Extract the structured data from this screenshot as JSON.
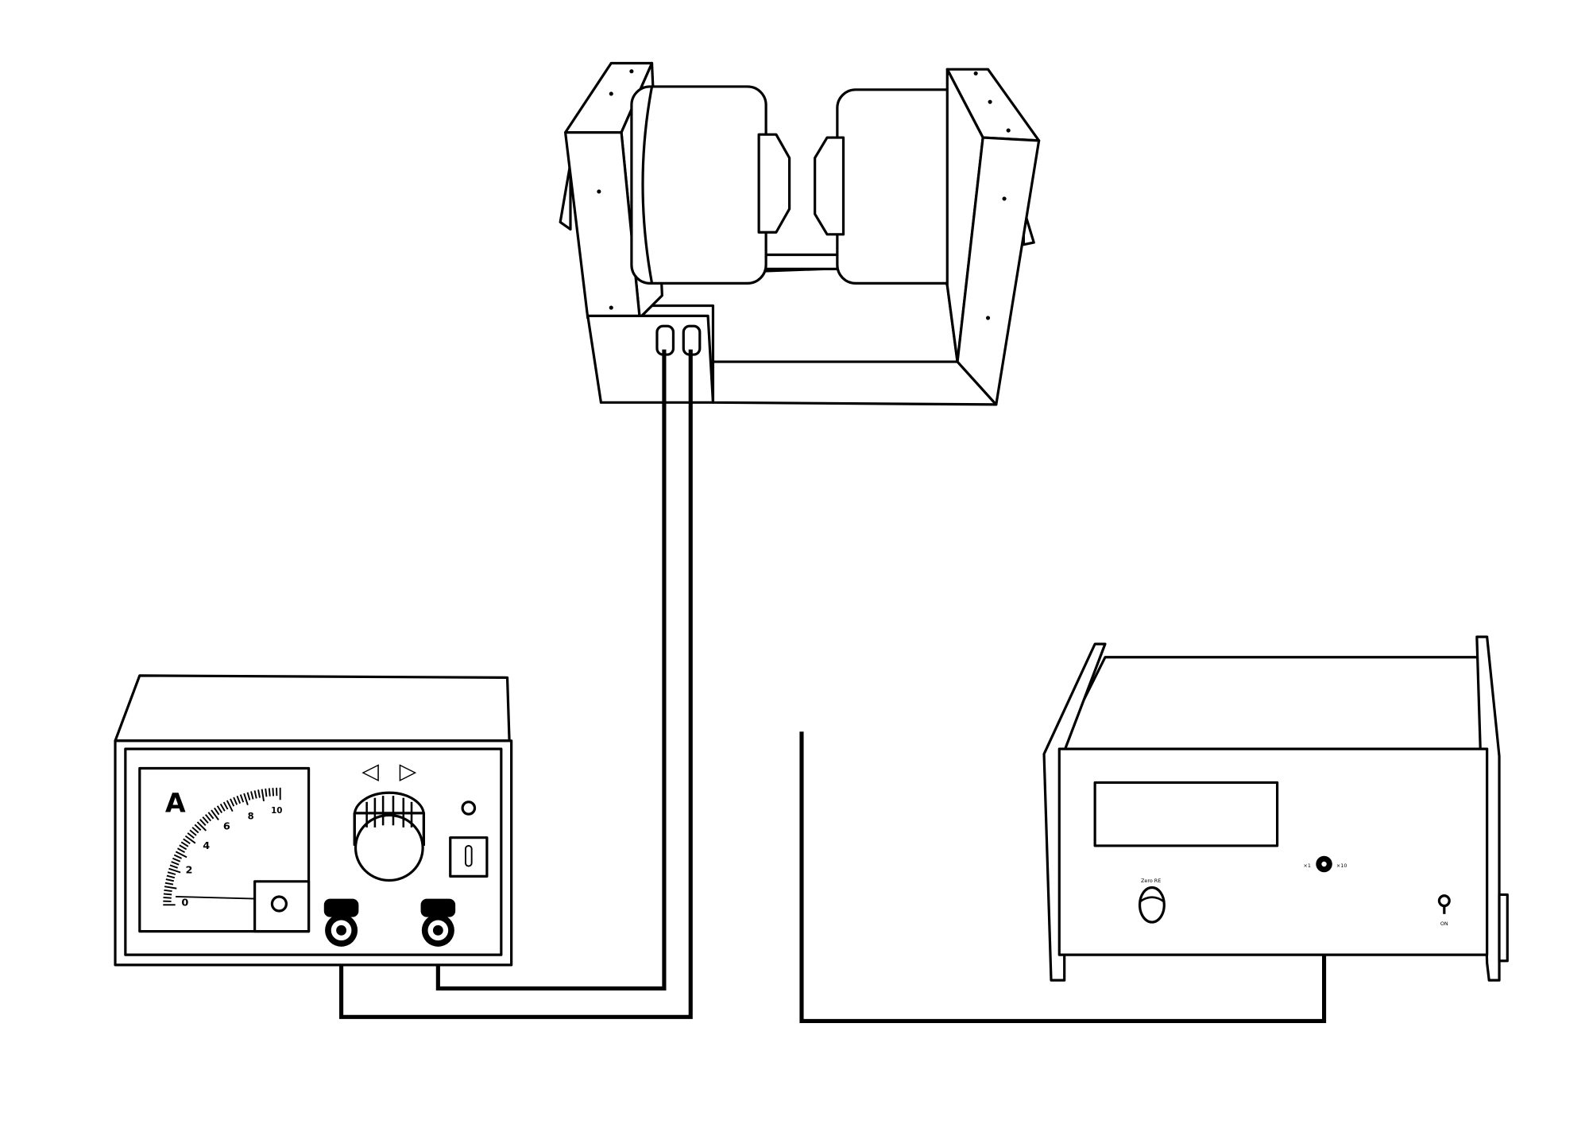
{
  "ammeter": {
    "unit_label": "A",
    "scale_labels": [
      "0",
      "2",
      "4",
      "6",
      "8",
      "10"
    ],
    "scale_min": 0,
    "scale_max": 10,
    "needle_value": 0.5
  },
  "power_supply": {
    "arrows": [
      "◁",
      "▷"
    ]
  },
  "detector": {
    "zero_label": "Zero RE",
    "range_left": "×1",
    "range_right": "×10",
    "power_label": "ON"
  }
}
